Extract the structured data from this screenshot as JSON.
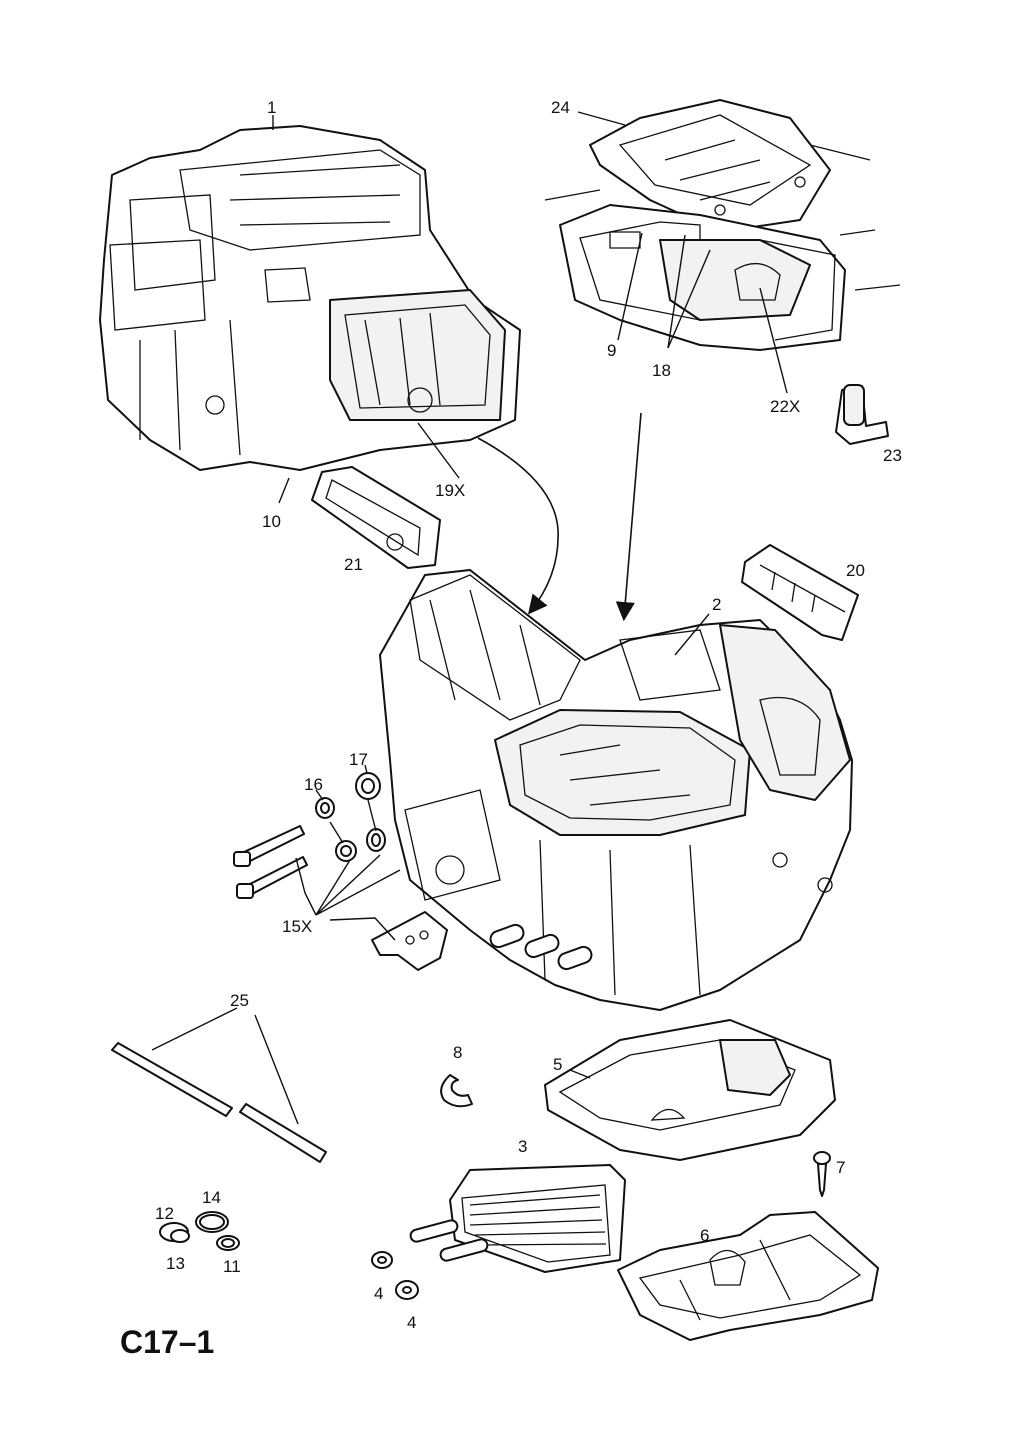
{
  "diagram": {
    "code": "C17–1",
    "callouts": {
      "c1": "1",
      "c2": "2",
      "c3": "3",
      "c4a": "4",
      "c4b": "4",
      "c5": "5",
      "c6": "6",
      "c7": "7",
      "c8": "8",
      "c9": "9",
      "c10": "10",
      "c11": "11",
      "c12": "12",
      "c13": "13",
      "c14": "14",
      "c15x": "15X",
      "c16": "16",
      "c17": "17",
      "c18": "18",
      "c19x": "19X",
      "c20": "20",
      "c21": "21",
      "c22x": "22X",
      "c23": "23",
      "c24": "24",
      "c25": "25"
    }
  }
}
